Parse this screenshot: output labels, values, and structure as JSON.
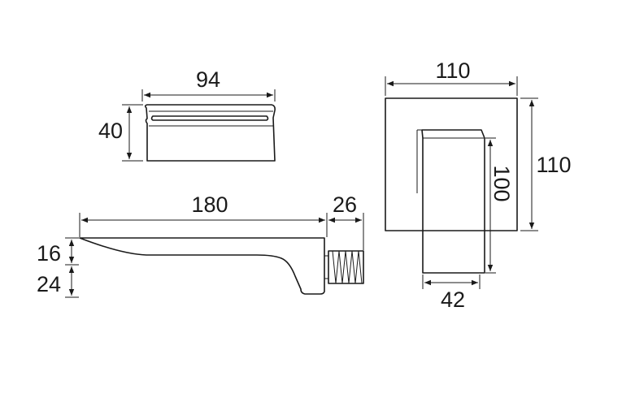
{
  "diagram": {
    "top_spout": {
      "width": "94",
      "height": "40"
    },
    "side_spout": {
      "length": "180",
      "tail": "26",
      "top_thickness": "16",
      "bottom_thickness": "24"
    },
    "plate": {
      "width": "110",
      "height": "110",
      "inner_height": "100",
      "inner_width": "42"
    }
  }
}
